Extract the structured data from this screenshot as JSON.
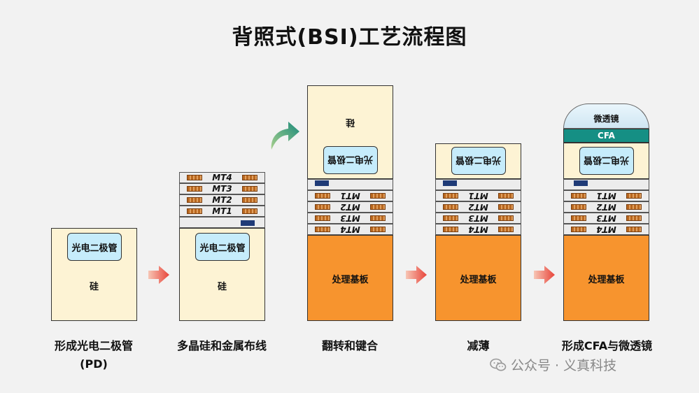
{
  "title": "背照式(BSI)工艺流程图",
  "labels": {
    "photodiode": "光电二极管",
    "silicon": "硅",
    "substrate": "处理基板",
    "cfa": "CFA",
    "microlens": "微透镜"
  },
  "metal_layers": [
    "MT4",
    "MT3",
    "MT2",
    "MT1"
  ],
  "metal_layers_flipped": [
    "MT1",
    "MT2",
    "MT3",
    "MT4"
  ],
  "steps": [
    {
      "line1": "形成光电二极管",
      "line2": "(PD)"
    },
    {
      "line1": "多晶硅和金属布线",
      "line2": ""
    },
    {
      "line1": "翻转和键合",
      "line2": ""
    },
    {
      "line1": "减薄",
      "line2": ""
    },
    {
      "line1": "形成CFA与微透镜",
      "line2": ""
    }
  ],
  "watermark": "公众号 · 义真科技",
  "colors": {
    "silicon": "#fdf3d4",
    "substrate": "#f7942e",
    "photodiode": "#c6ecfb",
    "cfa": "#158f84",
    "arrow": "#e8443a"
  }
}
